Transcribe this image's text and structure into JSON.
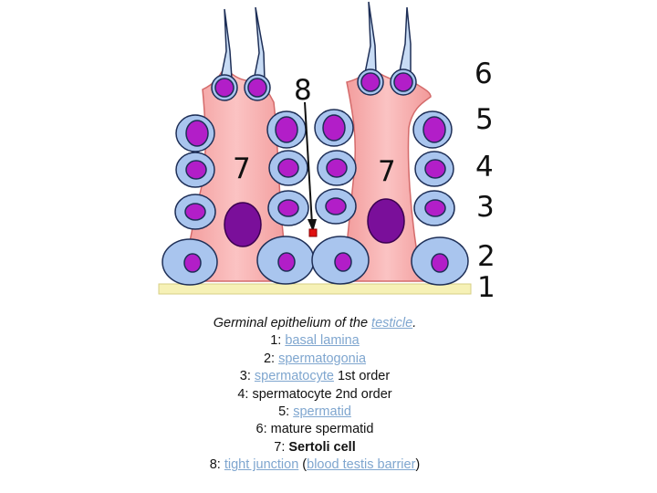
{
  "labels": {
    "n1": "1",
    "n2": "2",
    "n3": "3",
    "n4": "4",
    "n5": "5",
    "n6": "6",
    "n7a": "7",
    "n7b": "7",
    "n8": "8"
  },
  "caption": {
    "title_text": "Germinal epithelium of the ",
    "title_link": "testicle",
    "title_end": ".",
    "l1_prefix": "1: ",
    "l1_link": "basal lamina",
    "l2_prefix": "2: ",
    "l2_link": "spermatogonia",
    "l3_prefix": "3: ",
    "l3_link": "spermatocyte",
    "l3_suffix": " 1st order",
    "l4_text": "4: spermatocyte 2nd order",
    "l5_prefix": "5: ",
    "l5_link": "spermatid",
    "l6_text": "6: mature spermatid",
    "l7_prefix": "7: ",
    "l7_bold": "Sertoli cell",
    "l8_prefix": "8: ",
    "l8_link": "tight junction",
    "l8_mid": " (",
    "l8_link2": "blood testis barrier",
    "l8_end": ")"
  },
  "colors": {
    "sertoli_fill": "#f5a7a7",
    "cell_fill": "#a9c5ee",
    "cell_stroke": "#1e2f57",
    "nucleus_fill": "#b21ec8",
    "sertoli_nucleus": "#7a0f9a",
    "lamina_fill": "#f6f1b6",
    "junction": "#e01010",
    "link": "#7fa6cf"
  }
}
